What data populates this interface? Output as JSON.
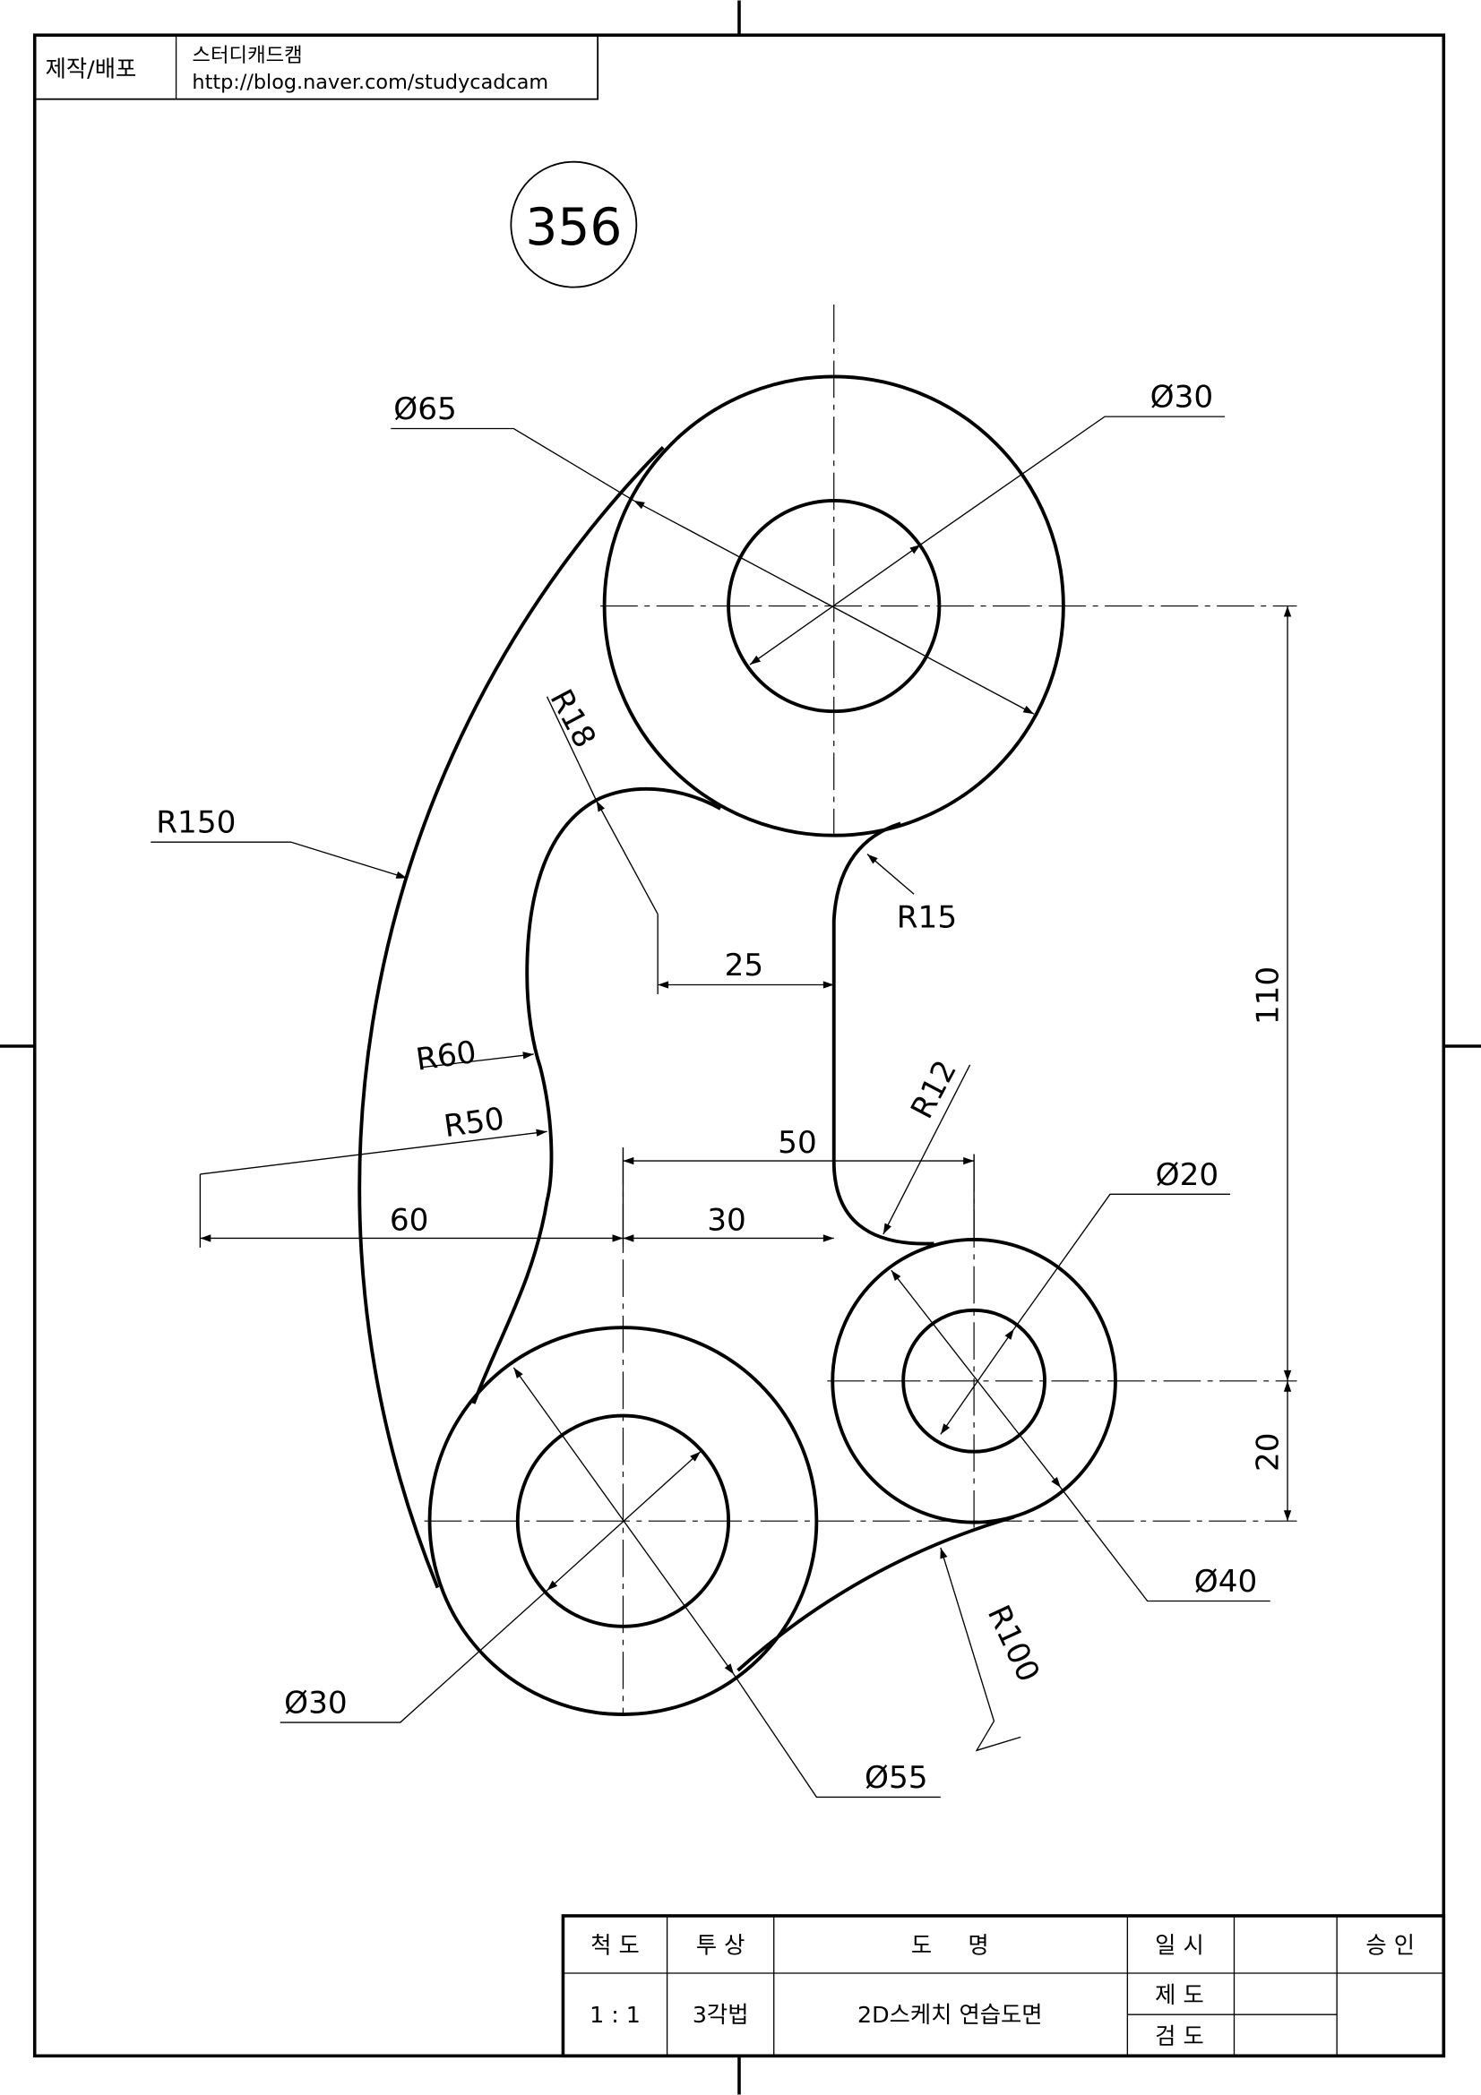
{
  "header": {
    "label": "제작/배포",
    "author": "스터디캐드캠",
    "url": "http://blog.naver.com/studycadcam"
  },
  "drawing_number": "356",
  "dimensions": {
    "d65": "Ø65",
    "d30_top": "Ø30",
    "r18": "R18",
    "r150": "R150",
    "r15": "R15",
    "d25": "25",
    "d110": "110",
    "r60": "R60",
    "r50": "R50",
    "r12": "R12",
    "d50": "50",
    "d60": "60",
    "d30": "30",
    "d20_dia": "Ø20",
    "d20": "20",
    "d40_dia": "Ø40",
    "r100": "R100",
    "d30_bottom": "Ø30",
    "d55": "Ø55"
  },
  "title_block": {
    "scale_label": "척 도",
    "projection_label": "투 상",
    "name_label": "도     명",
    "date_label": "일 시",
    "approve_label": "승 인",
    "scale": "1 : 1",
    "projection": "3각법",
    "name": "2D스케치 연습도면",
    "drafted_label": "제 도",
    "checked_label": "검 도"
  }
}
